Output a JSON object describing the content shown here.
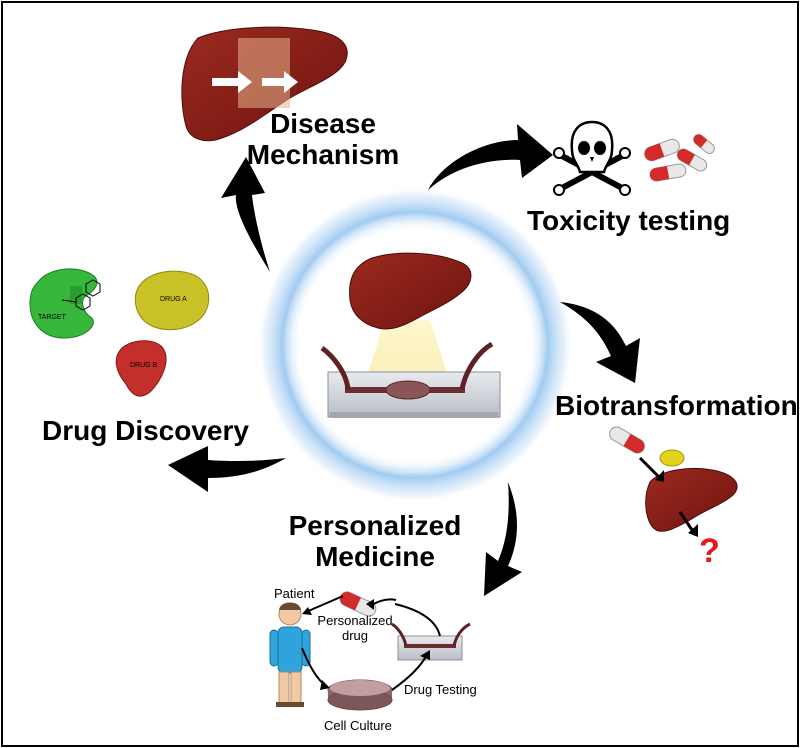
{
  "labels": {
    "disease_line1": "Disease",
    "disease_line2": "Mechanism",
    "toxicity": "Toxicity testing",
    "biotransformation": "Biotransformation",
    "drug_discovery": "Drug Discovery",
    "personalized_line1": "Personalized",
    "personalized_line2": "Medicine"
  },
  "drug_discovery_tags": {
    "target": "TARGET",
    "drug_a": "DRUG A",
    "drug_b": "DRUG B"
  },
  "biotransformation_mark": "?",
  "personalized_cycle": {
    "patient": "Patient",
    "drug_line1": "Personalized",
    "drug_line2": "drug",
    "drug_testing": "Drug Testing",
    "cell_culture": "Cell Culture"
  },
  "colors": {
    "liver": "#7a1714",
    "arrow": "#000000",
    "glow": "#a9cdf0",
    "target_green": "#37b83c",
    "drug_a_yellow": "#c9c226",
    "drug_b_red": "#c42f2b",
    "question_red": "#e31b1b"
  }
}
